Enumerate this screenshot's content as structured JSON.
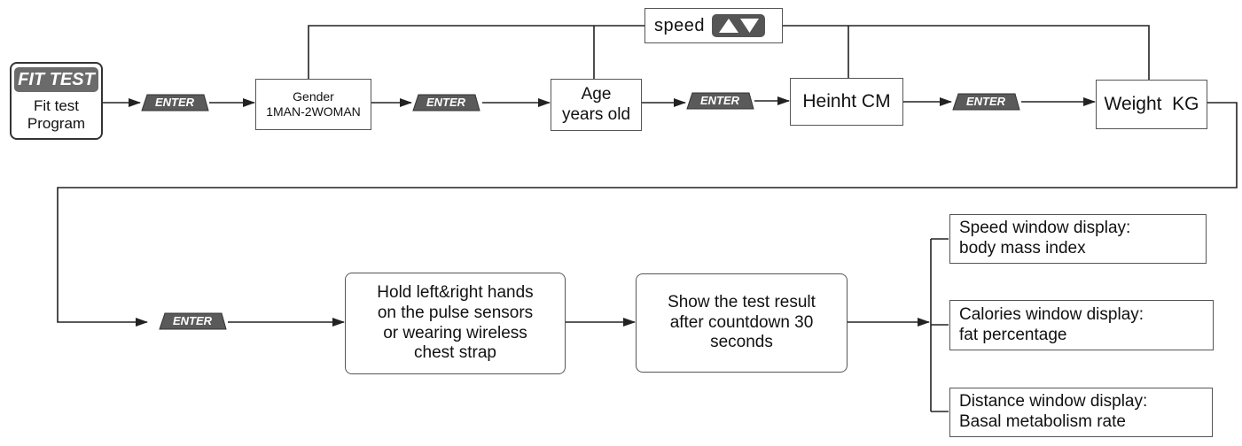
{
  "start": {
    "title": "FIT TEST",
    "line1": "Fit test",
    "line2": "Program"
  },
  "enter_label": "ENTER",
  "speed": {
    "label": "speed",
    "up_icon": "triangle-up-icon",
    "down_icon": "triangle-down-icon"
  },
  "gender": {
    "line1": "Gender",
    "line2": "1MAN-2WOMAN"
  },
  "age": {
    "line1": "Age",
    "line2": "years old"
  },
  "height": {
    "label": "Heinht CM"
  },
  "weight": {
    "label": "Weight  KG"
  },
  "hold": {
    "lines": [
      "Hold left&right hands",
      "on the pulse sensors",
      "or wearing wireless",
      "chest strap"
    ]
  },
  "result": {
    "lines": [
      "Show the test result",
      "after countdown 30",
      "seconds"
    ]
  },
  "outputs": [
    {
      "line1": "Speed window display:",
      "line2": "body mass index"
    },
    {
      "line1": "Calories window display:",
      "line2": "fat percentage"
    },
    {
      "line1": "Distance window display:",
      "line2": "Basal metabolism rate"
    }
  ],
  "colors": {
    "line": "#222222",
    "enter_fill": "#5a5a5a",
    "fit_badge": "#6b6b6b"
  }
}
